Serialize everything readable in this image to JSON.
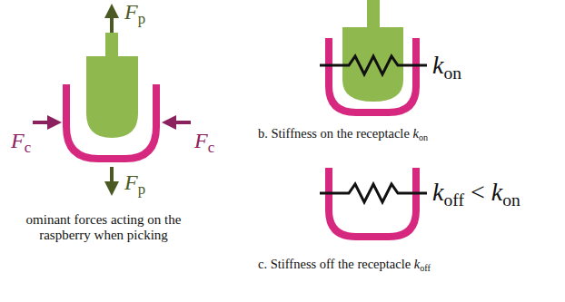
{
  "diagram": {
    "labels": [
      "Fp",
      "Fc",
      "Fc",
      "Fp",
      "ominant forces acting on the raspberry when picking",
      "kon",
      "b. Stiffness on the receptacle kon",
      "koff < kon",
      "c. Stiffness off the receptacle koff"
    ]
  }
}
